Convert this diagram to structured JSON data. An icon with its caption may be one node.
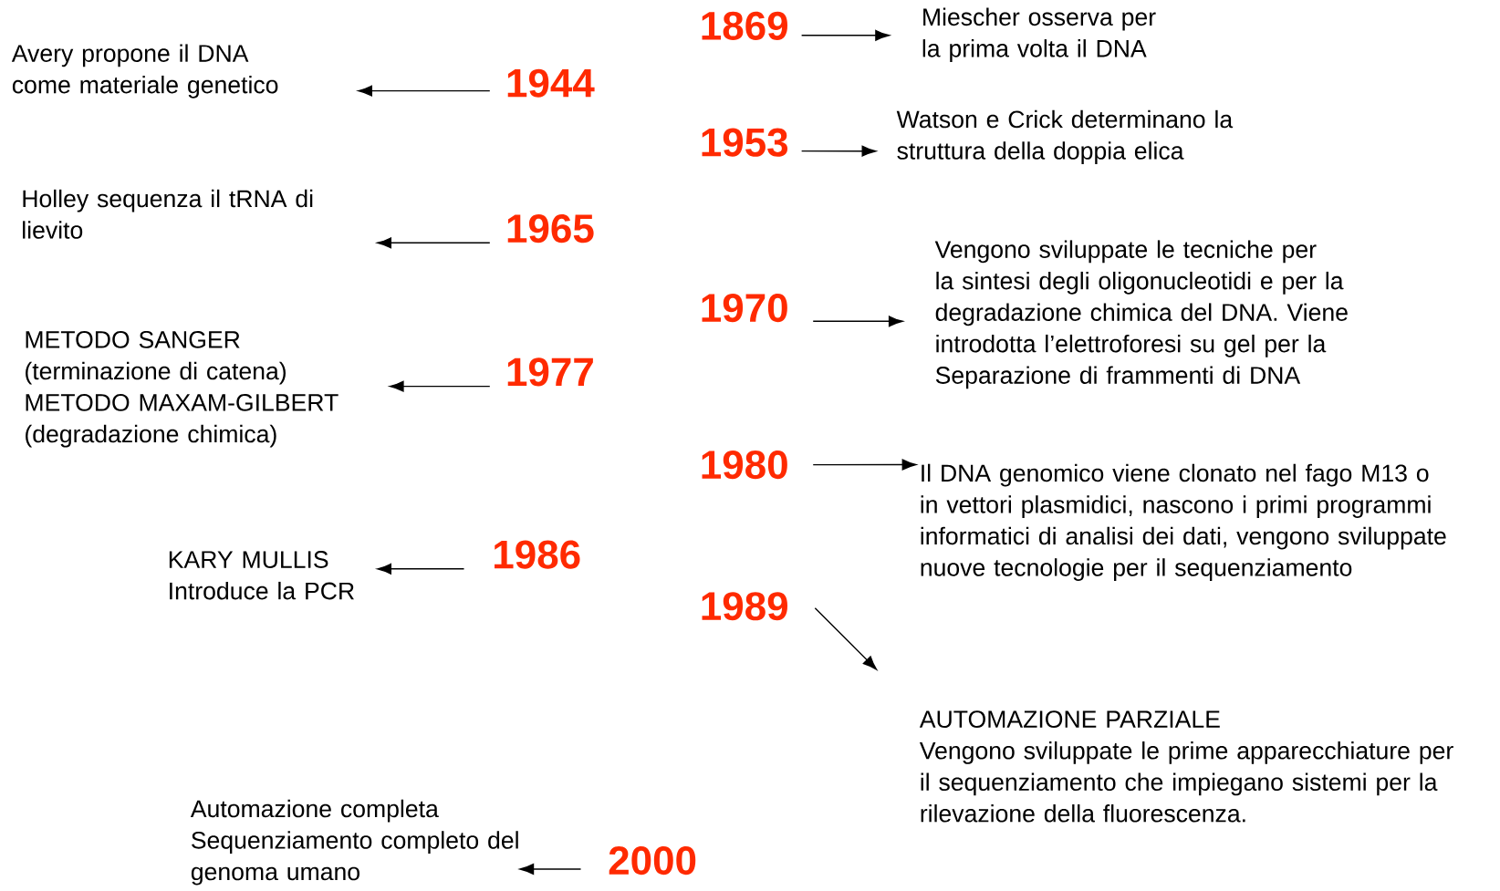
{
  "diagram": {
    "nodes": [
      {
        "text": [
          "1869"
        ]
      },
      {
        "text": [
          "Miescher osserva per la prima volta il DNA"
        ]
      },
      {
        "text": [
          "1944"
        ]
      },
      {
        "text": [
          "Avery propone il DNA come materiale genetico"
        ]
      },
      {
        "text": [
          "1953"
        ]
      },
      {
        "text": [
          "Watson e Crick determinano la struttura della doppia elica"
        ]
      },
      {
        "text": [
          "1965"
        ]
      },
      {
        "text": [
          "Holley sequenza il tRNA di lievito"
        ]
      },
      {
        "text": [
          "1970"
        ]
      },
      {
        "text": [
          "Vengono sviluppate le tecniche per la sintesi degli oligonucleotidi e per la degradazione chimica del DNA. Viene introdotta l’elettroforesi su gel per la Separazione di frammenti di DNA"
        ]
      },
      {
        "text": [
          "1977"
        ]
      },
      {
        "text": [
          "METODO SANGER (terminazione di catena)",
          "METODO MAXAM-GILBERT (degradazione chimica)"
        ]
      },
      {
        "text": [
          "1980"
        ]
      },
      {
        "text": [
          "Il DNA genomico viene clonato nel fago M13 o in vettori plasmidici, nascono i primi programmi informatici di analisi dei dati, vengono sviluppate nuove tecnologie per il sequenziamento"
        ]
      },
      {
        "text": [
          "1986"
        ]
      },
      {
        "text": [
          "KARY MULLIS Introduce la PCR"
        ]
      },
      {
        "text": [
          "1989"
        ]
      },
      {
        "text": [
          "AUTOMAZIONE PARZIALE",
          "Vengono sviluppate le prime apparecchiature per il sequenziamento che impiegano sistemi per la rilevazione della fluorescenza."
        ]
      },
      {
        "text": [
          "2000"
        ]
      },
      {
        "text": [
          "Automazione completa Sequenziamento completo del genoma umano"
        ]
      }
    ],
    "edges": [
      {
        "from": 0,
        "to": 1,
        "arrow": "to"
      },
      {
        "from": 2,
        "to": 3,
        "arrow": "to"
      },
      {
        "from": 4,
        "to": 5,
        "arrow": "to"
      },
      {
        "from": 6,
        "to": 7,
        "arrow": "to"
      },
      {
        "from": 8,
        "to": 9,
        "arrow": "to"
      },
      {
        "from": 10,
        "to": 11,
        "arrow": "to"
      },
      {
        "from": 12,
        "to": 13,
        "arrow": "to"
      },
      {
        "from": 14,
        "to": 15,
        "arrow": "to"
      },
      {
        "from": 16,
        "to": 17,
        "arrow": "to"
      },
      {
        "from": 18,
        "to": 19,
        "arrow": "to"
      }
    ]
  }
}
